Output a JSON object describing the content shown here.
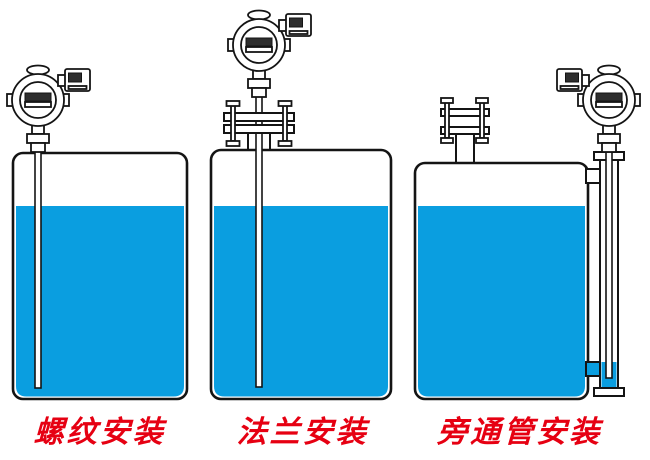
{
  "diagram": {
    "colors": {
      "liquid": "#0a9ee0",
      "outline": "#141414",
      "label": "#e60012",
      "devdark": "#2e2e2e"
    },
    "labels": [
      {
        "text": "螺纹安装"
      },
      {
        "text": "法兰安装"
      },
      {
        "text": "旁通管安装"
      }
    ]
  }
}
